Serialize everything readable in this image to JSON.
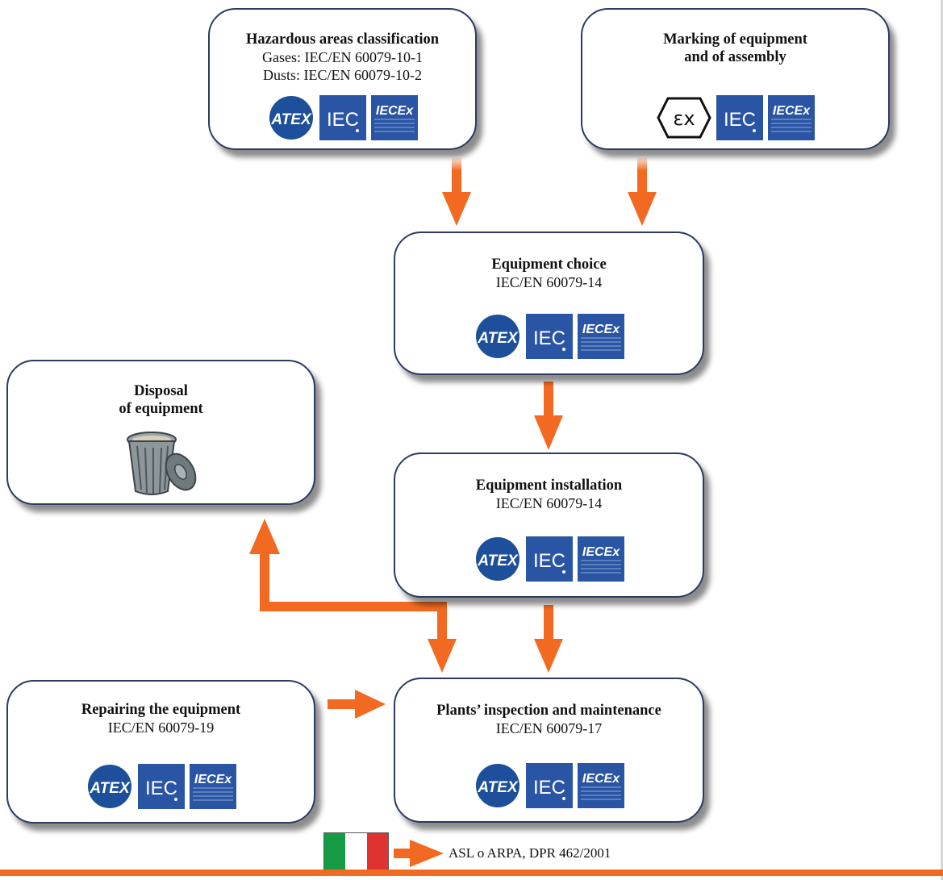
{
  "boxes": {
    "hazard": {
      "title": "Hazardous areas classification",
      "lines": [
        "Gases: IEC/EN 60079-10-1",
        "Dusts: IEC/EN 60079-10-2"
      ],
      "logos": [
        "atex-logo",
        "iec-logo",
        "iecex-logo"
      ]
    },
    "marking": {
      "title_lines": [
        "Marking of equipment",
        "and of assembly"
      ],
      "logos": [
        "ex-hexagon-logo",
        "iec-logo",
        "iecex-logo"
      ]
    },
    "choice": {
      "title": "Equipment choice",
      "lines": [
        "IEC/EN 60079-14"
      ],
      "logos": [
        "atex-logo",
        "iec-logo",
        "iecex-logo"
      ]
    },
    "disposal": {
      "title_lines": [
        "Disposal",
        "of equipment"
      ],
      "icon": "trash-can-icon"
    },
    "installation": {
      "title": "Equipment installation",
      "lines": [
        "IEC/EN 60079-14"
      ],
      "logos": [
        "atex-logo",
        "iec-logo",
        "iecex-logo"
      ]
    },
    "repair": {
      "title": "Repairing the equipment",
      "lines": [
        "IEC/EN 60079-19"
      ],
      "logos": [
        "atex-logo",
        "iec-logo",
        "iecex-logo"
      ]
    },
    "inspection": {
      "title": "Plants’ inspection and maintenance",
      "lines": [
        "IEC/EN 60079-17"
      ],
      "logos": [
        "atex-logo",
        "iec-logo",
        "iecex-logo"
      ]
    }
  },
  "logo_text": {
    "atex": "ATEX",
    "iec": "IEC",
    "iecex": "IECEx",
    "ex": "εx"
  },
  "footer": {
    "flag": "italian-flag-icon",
    "text": "ASL o ARPA, DPR 462/2001"
  },
  "colors": {
    "arrow": "#f26a21",
    "box_border": "#2b3b62",
    "logo_blue": "#2a55a5",
    "atex_blue": "#1d4f9a",
    "flag": [
      "#169b45",
      "#ffffff",
      "#e0322f"
    ]
  }
}
